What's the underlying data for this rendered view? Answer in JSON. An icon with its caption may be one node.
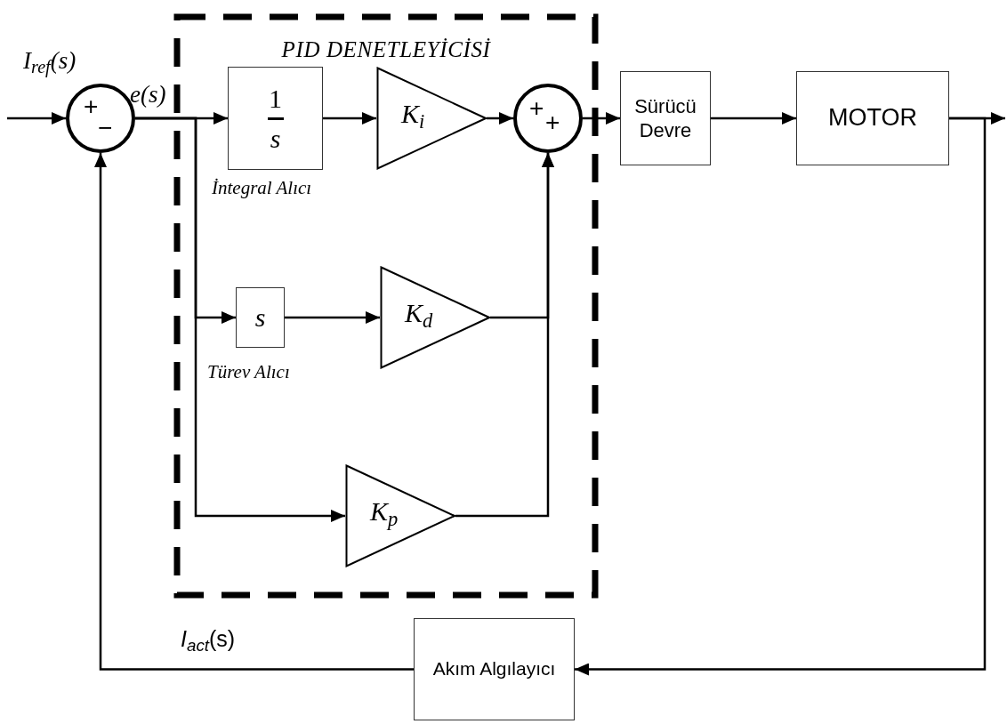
{
  "diagram": {
    "nodes": [
      {
        "text": [
          "PID DENETLEYİCİSİ"
        ]
      },
      {
        "text": [
          "+",
          "−"
        ]
      },
      {
        "text": [
          "1",
          "s"
        ],
        "in": 0,
        "beside": [
          "İntegral Alıcı"
        ]
      },
      {
        "text": [
          "K$_{i}$"
        ],
        "in": 0
      },
      {
        "text": [
          "+",
          "+"
        ],
        "in": 0
      },
      {
        "text": [
          "s"
        ],
        "in": 0,
        "beside": [
          "Türev Alıcı"
        ]
      },
      {
        "text": [
          "K$_{d}$"
        ],
        "in": 0
      },
      {
        "text": [
          "K$_{p}$"
        ],
        "in": 0
      },
      {
        "text": [
          "Sürücü Devre"
        ]
      },
      {
        "text": [
          "MOTOR"
        ]
      },
      {
        "text": [
          "Akım Algılayıcı"
        ]
      }
    ],
    "edges": [
      {
        "from": null,
        "to": 1,
        "arrow": "to"
      },
      {
        "from": 1,
        "to": 2,
        "arrow": "to"
      },
      {
        "from": 1,
        "to": 5,
        "arrow": "to"
      },
      {
        "from": 1,
        "to": 7,
        "arrow": "to"
      },
      {
        "from": 2,
        "to": 3,
        "arrow": "to"
      },
      {
        "from": 3,
        "to": 4,
        "arrow": "to"
      },
      {
        "from": 5,
        "to": 6,
        "arrow": "to"
      },
      {
        "from": 6,
        "to": 4,
        "arrow": "to"
      },
      {
        "from": 7,
        "to": 4,
        "arrow": "to"
      },
      {
        "from": 4,
        "to": 8,
        "arrow": "to"
      },
      {
        "from": 8,
        "to": 9,
        "arrow": "to"
      },
      {
        "from": 9,
        "to": null,
        "arrow": "to"
      },
      {
        "from": 9,
        "to": 10,
        "arrow": "to"
      },
      {
        "from": 10,
        "to": 1,
        "arrow": "to"
      }
    ],
    "labels": [
      "I$_{ref}$(s)",
      "e(s)",
      "*I$_{act}$*(s)"
    ]
  }
}
